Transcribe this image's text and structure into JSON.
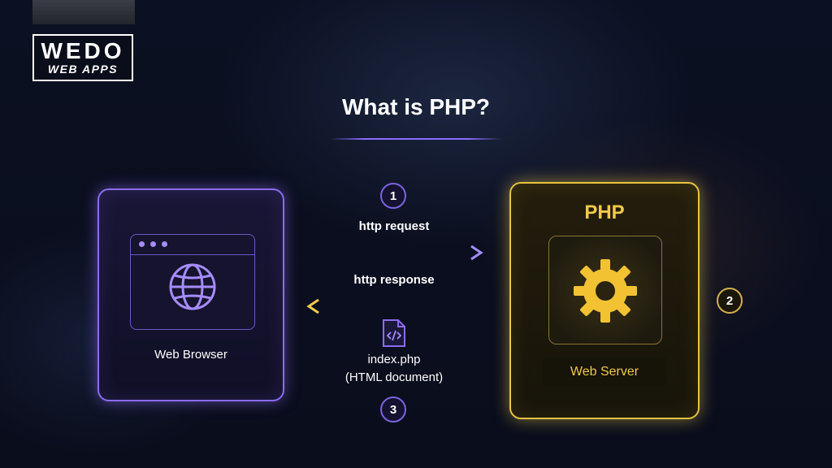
{
  "logo": {
    "line1": "WEDO",
    "line2": "WEB APPS"
  },
  "title": "What is PHP?",
  "browser": {
    "label": "Web Browser"
  },
  "server": {
    "tech": "PHP",
    "label": "Web Server"
  },
  "steps": [
    "1",
    "2",
    "3"
  ],
  "flows": {
    "request": "http request",
    "response": "http response"
  },
  "file": {
    "name": "index.php",
    "type": "(HTML document)"
  },
  "icons": [
    "globe-icon",
    "gear-icon",
    "php-file-icon"
  ],
  "colors": {
    "purple_accent": "#8a6cf0",
    "gold_accent": "#e8c441",
    "background": "#0a0e1e"
  }
}
